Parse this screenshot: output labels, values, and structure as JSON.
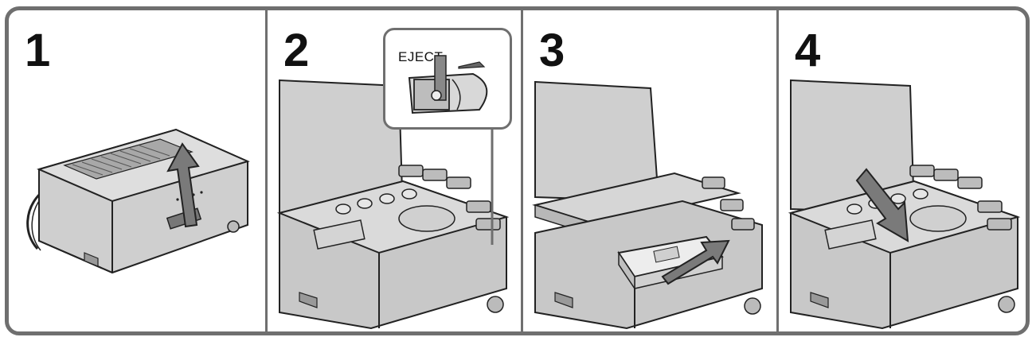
{
  "steps": [
    {
      "number": "1"
    },
    {
      "number": "2",
      "callout": {
        "label": "EJECT"
      }
    },
    {
      "number": "3"
    },
    {
      "number": "4"
    }
  ],
  "colors": {
    "border": "#6f6f6f",
    "device_fill": "#cfcfcf",
    "device_dark": "#9a9a9a",
    "line": "#222222"
  }
}
